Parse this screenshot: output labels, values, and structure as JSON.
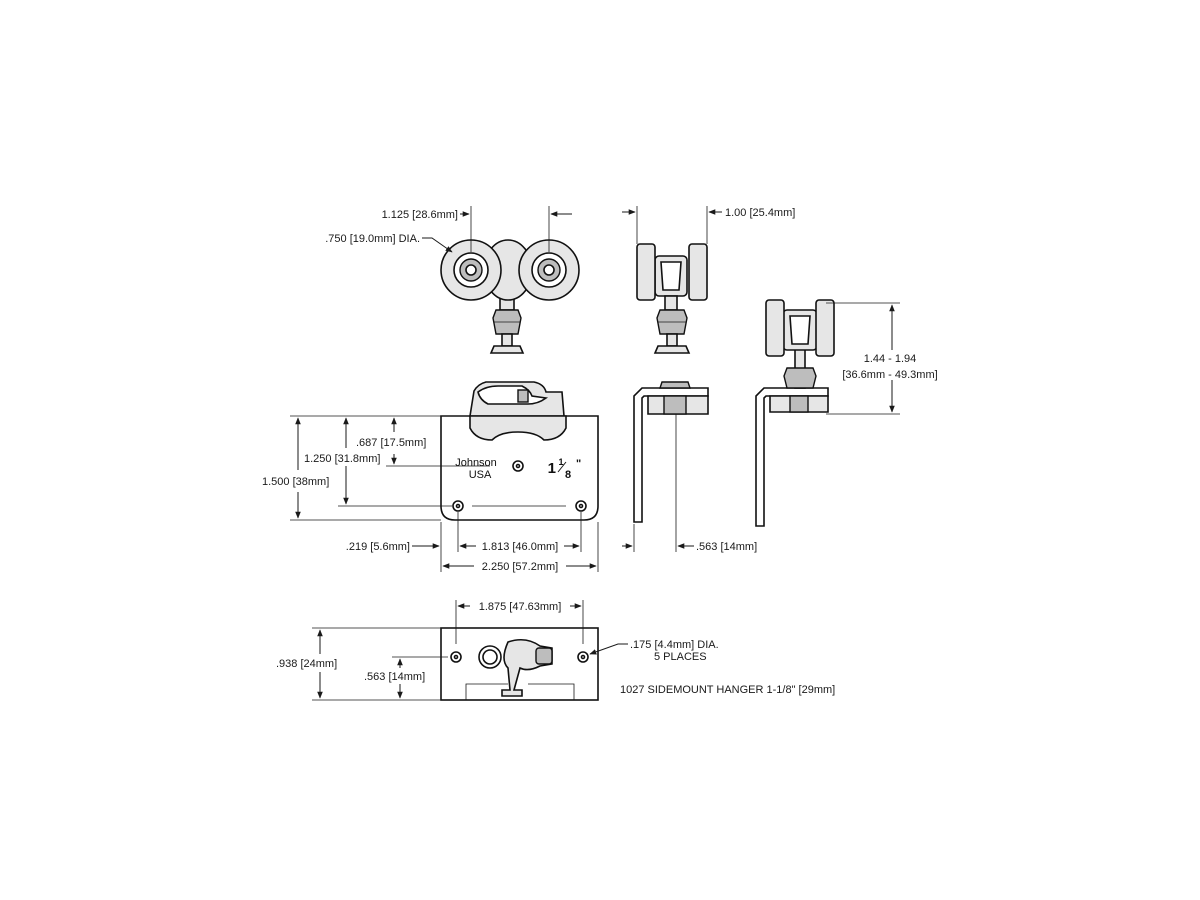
{
  "dimensions": {
    "wheel_spacing": "1.125 [28.6mm]",
    "wheel_dia": ".750 [19.0mm] DIA.",
    "side_width": "1.00 [25.4mm]",
    "height_range_1": "1.44 - 1.94",
    "height_range_2": "[36.6mm - 49.3mm]",
    "logo_height": ".687 [17.5mm]",
    "plate_mid_height": "1.250 [31.8mm]",
    "plate_height": "1.500 [38mm]",
    "edge_offset": ".219 [5.6mm]",
    "hole_spacing": "1.813 [46.0mm]",
    "plate_width": "2.250 [57.2mm]",
    "flange_offset": ".563 [14mm]",
    "bottom_hole_spacing": "1.875 [47.63mm]",
    "bottom_depth": ".938 [24mm]",
    "bottom_hole_offset": ".563 [14mm]",
    "hole_dia": ".175 [4.4mm] DIA.",
    "hole_count": "5 PLACES"
  },
  "plate_marks": {
    "brand_line1": "Johnson",
    "brand_line2": "USA",
    "size_whole": "1",
    "size_num": "1",
    "size_den": "8",
    "size_inch": "\""
  },
  "caption": "1027 SIDEMOUNT HANGER 1-1/8\" [29mm]"
}
